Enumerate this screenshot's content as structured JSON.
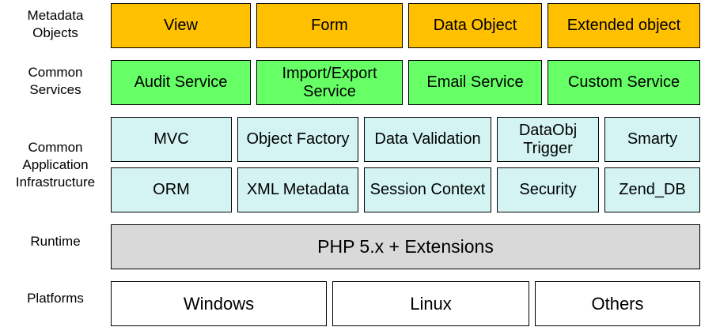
{
  "layers": {
    "metadata": {
      "label": "Metadata\nObjects",
      "items": [
        "View",
        "Form",
        "Data Object",
        "Extended object"
      ]
    },
    "services": {
      "label": "Common\nServices",
      "items": [
        "Audit Service",
        "Import/Export\nService",
        "Email Service",
        "Custom Service"
      ]
    },
    "infrastructure": {
      "label": "Common\nApplication\nInfrastructure",
      "row1": [
        "MVC",
        "Object Factory",
        "Data Validation",
        "DataObj\nTrigger",
        "Smarty"
      ],
      "row2": [
        "ORM",
        "XML Metadata",
        "Session Context",
        "Security",
        "Zend_DB"
      ]
    },
    "runtime": {
      "label": "Runtime",
      "items": [
        "PHP 5.x + Extensions"
      ]
    },
    "platforms": {
      "label": "Platforms",
      "items": [
        "Windows",
        "Linux",
        "Others"
      ]
    }
  },
  "colors": {
    "metadata": "#ffc000",
    "services": "#66ff66",
    "infrastructure": "#d4f4f4",
    "runtime": "#d9d9d9",
    "platforms": "#ffffff"
  }
}
